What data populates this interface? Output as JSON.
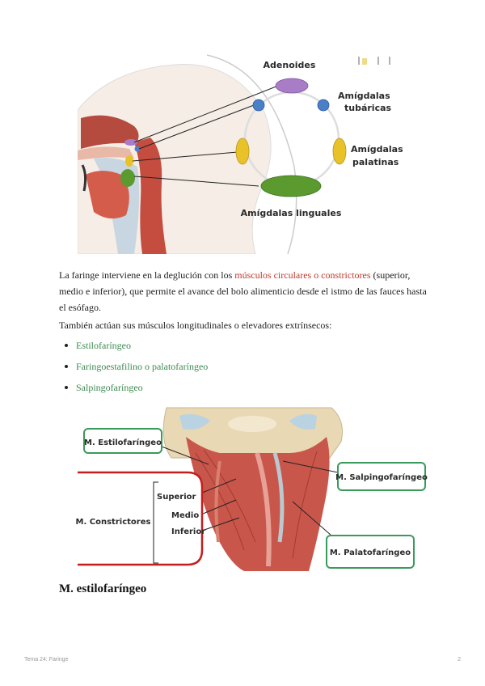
{
  "figure1": {
    "labels": {
      "adenoides": "Adenoides",
      "tubaricas_1": "Amígdalas",
      "tubaricas_2": "tubáricas",
      "palatinas_1": "Amígdalas",
      "palatinas_2": "palatinas",
      "linguales": "Amígdalas linguales"
    },
    "colors": {
      "adenoides": "#a97cc7",
      "tubaricas": "#4a7fc9",
      "palatinas": "#e8c228",
      "linguales": "#5b9a2e"
    }
  },
  "paragraph1": {
    "before": "La faringe interviene en la deglución con los ",
    "highlight": "músculos circulares o constrictores",
    "after": " (superior, medio e inferior), que permite el avance del bolo alimenticio desde el istmo de las fauces hasta el esófago."
  },
  "paragraph2": "También actúan sus músculos longitudinales o elevadores extrínsecos:",
  "bullets": [
    "Estilofaríngeo",
    "Faringoestafilino o palatofaríngeo",
    "Salpingofaríngeo"
  ],
  "figure2": {
    "labels": {
      "estilofaringeo": "M. Estilofaríngeo",
      "constrictores": "M. Constrictores",
      "superior": "Superior",
      "medio": "Medio",
      "inferior": "Inferior",
      "salpingofaringeo": "M. Salpingofaríngeo",
      "palatofaringeo": "M. Palatofaríngeo"
    },
    "colors": {
      "green_box": "#3a9a5a",
      "red_box": "#c41e1e",
      "muscle": "#c9564b",
      "bone": "#e9d8b4"
    }
  },
  "heading": "M. estilofaríngeo",
  "footer": {
    "left": "Tema 24: Faringe",
    "right": "2"
  }
}
